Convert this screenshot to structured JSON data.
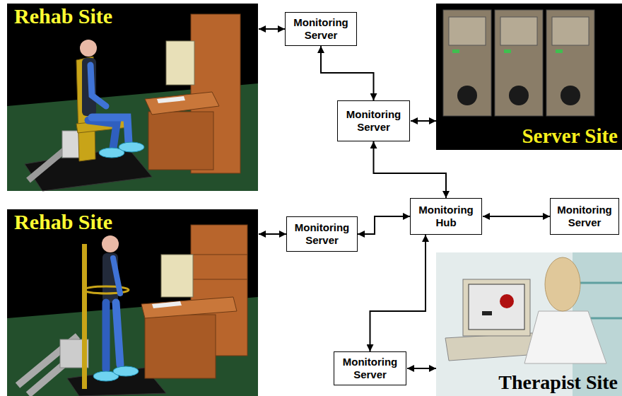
{
  "diagram": {
    "nodes": [
      {
        "text": [
          "Rehab Site"
        ]
      },
      {
        "text": [
          "Monitoring Server"
        ]
      },
      {
        "text": [
          "Server Site"
        ]
      },
      {
        "text": [
          "Monitoring Server"
        ]
      },
      {
        "text": [
          "Monitoring Hub"
        ]
      },
      {
        "text": [
          "Monitoring Server"
        ]
      },
      {
        "text": [
          "Rehab Site"
        ]
      },
      {
        "text": [
          "Monitoring Server"
        ]
      },
      {
        "text": [
          "Therapist Site"
        ]
      },
      {
        "text": [
          "Monitoring Server"
        ]
      }
    ],
    "edges": [
      {
        "from": 0,
        "to": 1,
        "arrow": "both"
      },
      {
        "from": 1,
        "to": 3,
        "arrow": "both"
      },
      {
        "from": 3,
        "to": 2,
        "arrow": "both"
      },
      {
        "from": 3,
        "to": 4,
        "arrow": "both"
      },
      {
        "from": 4,
        "to": 5,
        "arrow": "both"
      },
      {
        "from": 6,
        "to": 7,
        "arrow": "both"
      },
      {
        "from": 7,
        "to": 4,
        "arrow": "both"
      },
      {
        "from": 9,
        "to": 4,
        "arrow": "both"
      },
      {
        "from": 9,
        "to": 8,
        "arrow": "both"
      }
    ]
  }
}
